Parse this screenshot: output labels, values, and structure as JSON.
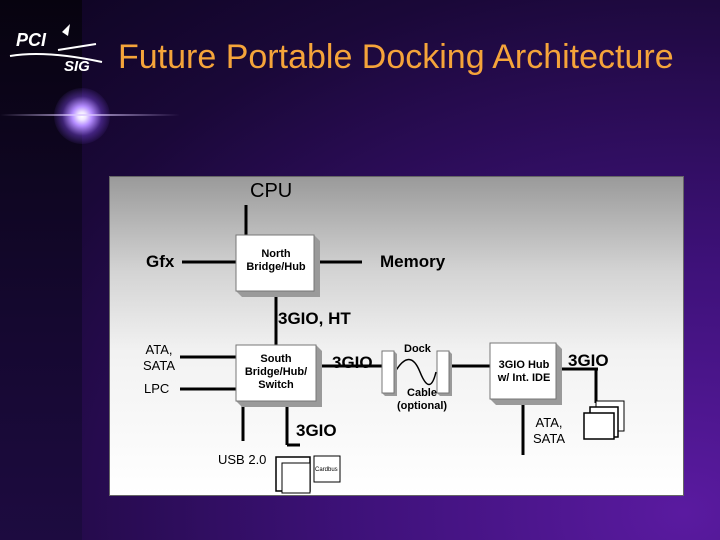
{
  "logo": {
    "pci": "PCI",
    "sig": "SIG"
  },
  "title": "Future Portable Docking Architecture",
  "diagram": {
    "cpu": "CPU",
    "gfx": "Gfx",
    "memory": "Memory",
    "north_bridge": "North Bridge/Hub",
    "link_nb_sb": "3GIO, HT",
    "ata_sata_left": "ATA, SATA",
    "lpc": "LPC",
    "south_bridge": "South Bridge/Hub/ Switch",
    "link_sb_dock": "3GIO",
    "dock": "Dock",
    "cable": "Cable (optional)",
    "hub": "3GIO Hub w/ Int. IDE",
    "link_hub": "3GIO",
    "ata_sata_right": "ATA, SATA",
    "link_sb_down": "3GIO",
    "usb": "USB 2.0",
    "cardbus": "Cardbus"
  }
}
